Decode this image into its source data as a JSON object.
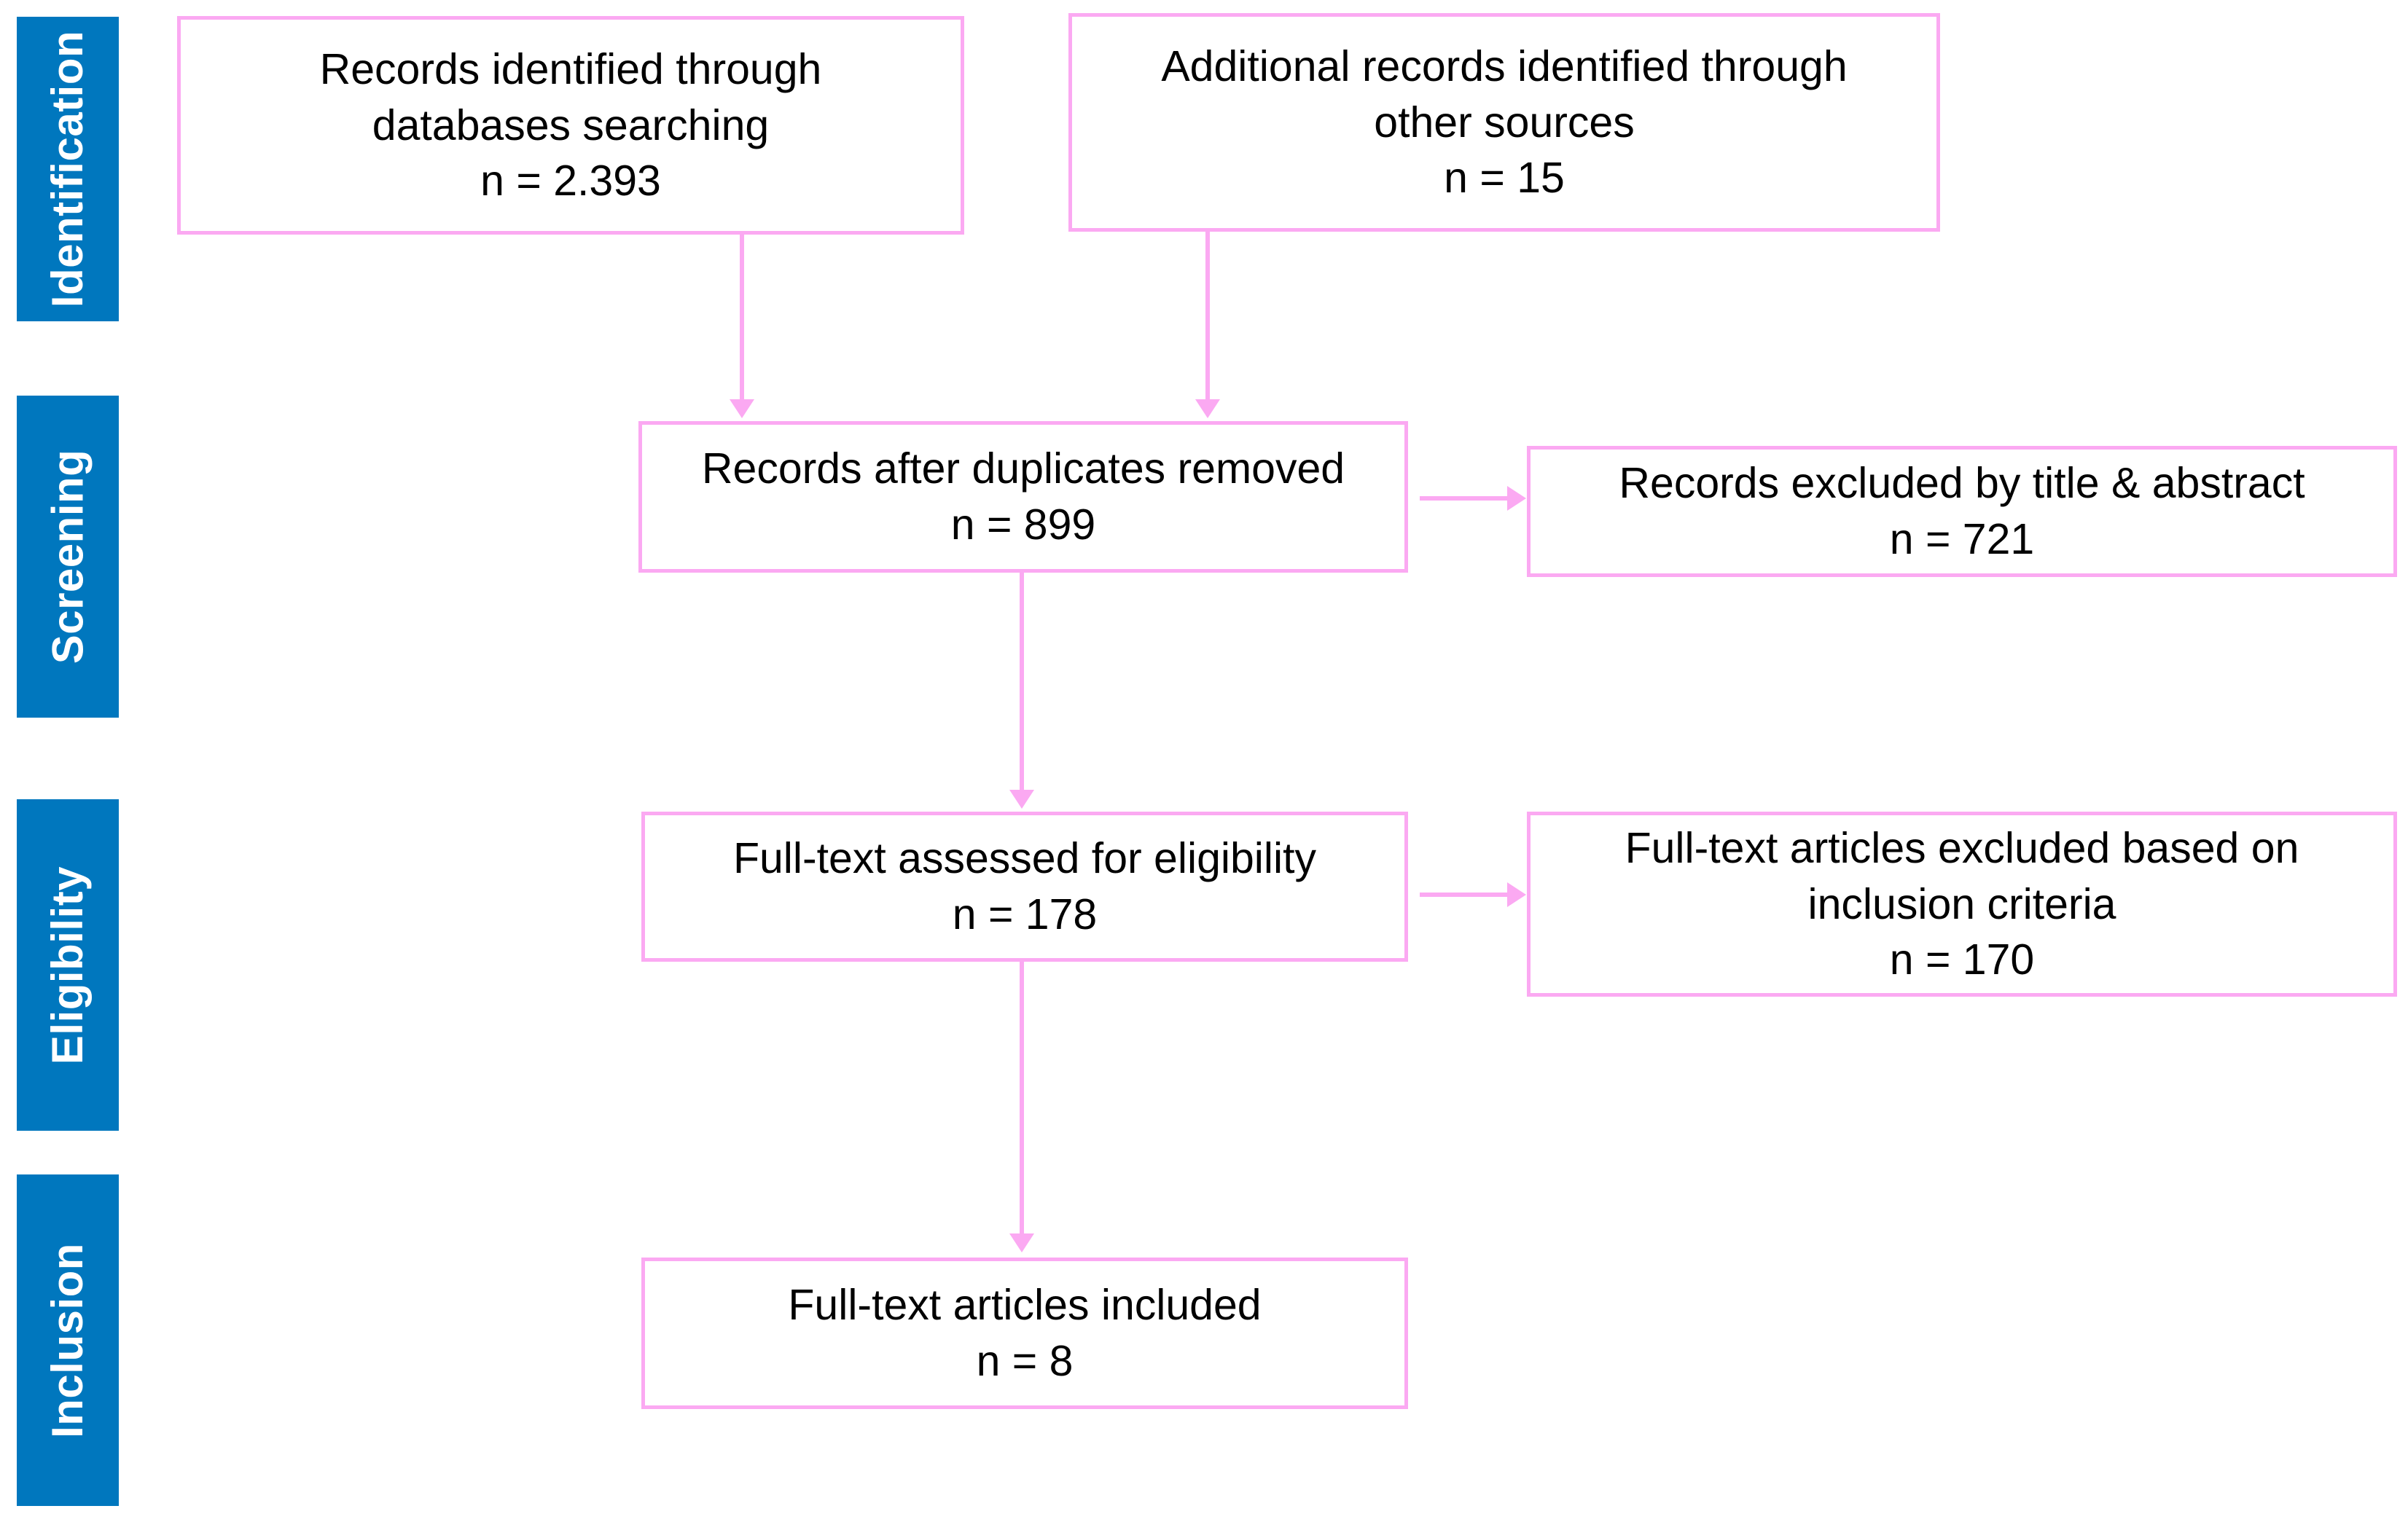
{
  "diagram": {
    "type": "prisma-flow-diagram",
    "accent_blue": "#0077BE",
    "accent_pink": "#FBA9F2",
    "text_color": "#000000",
    "background": "#ffffff"
  },
  "stages": [
    {
      "id": "identification",
      "label": "Identification"
    },
    {
      "id": "screening",
      "label": "Screening"
    },
    {
      "id": "eligibility",
      "label": "Eligibility"
    },
    {
      "id": "inclusion",
      "label": "Inclusion"
    }
  ],
  "boxes": {
    "records_databases": {
      "line1": "Records identified through",
      "line2": "databases searching",
      "line3": "n = 2.393",
      "count": 2393
    },
    "records_other_sources": {
      "line1": "Additional records identified through",
      "line2": "other sources",
      "line3": "n = 15",
      "count": 15
    },
    "records_after_duplicates": {
      "line1": "Records after duplicates removed",
      "line2": "n = 899",
      "count": 899
    },
    "records_excluded_title_abstract": {
      "line1": "Records excluded by title & abstract",
      "line2": "n = 721",
      "count": 721
    },
    "fulltext_assessed": {
      "line1": "Full-text assessed for eligibility",
      "line2": "n = 178",
      "count": 178
    },
    "fulltext_excluded": {
      "line1": "Full-text articles excluded based on",
      "line2": "inclusion criteria",
      "line3": "n = 170",
      "count": 170
    },
    "fulltext_included": {
      "line1": "Full-text articles included",
      "line2": "n = 8",
      "count": 8
    }
  }
}
